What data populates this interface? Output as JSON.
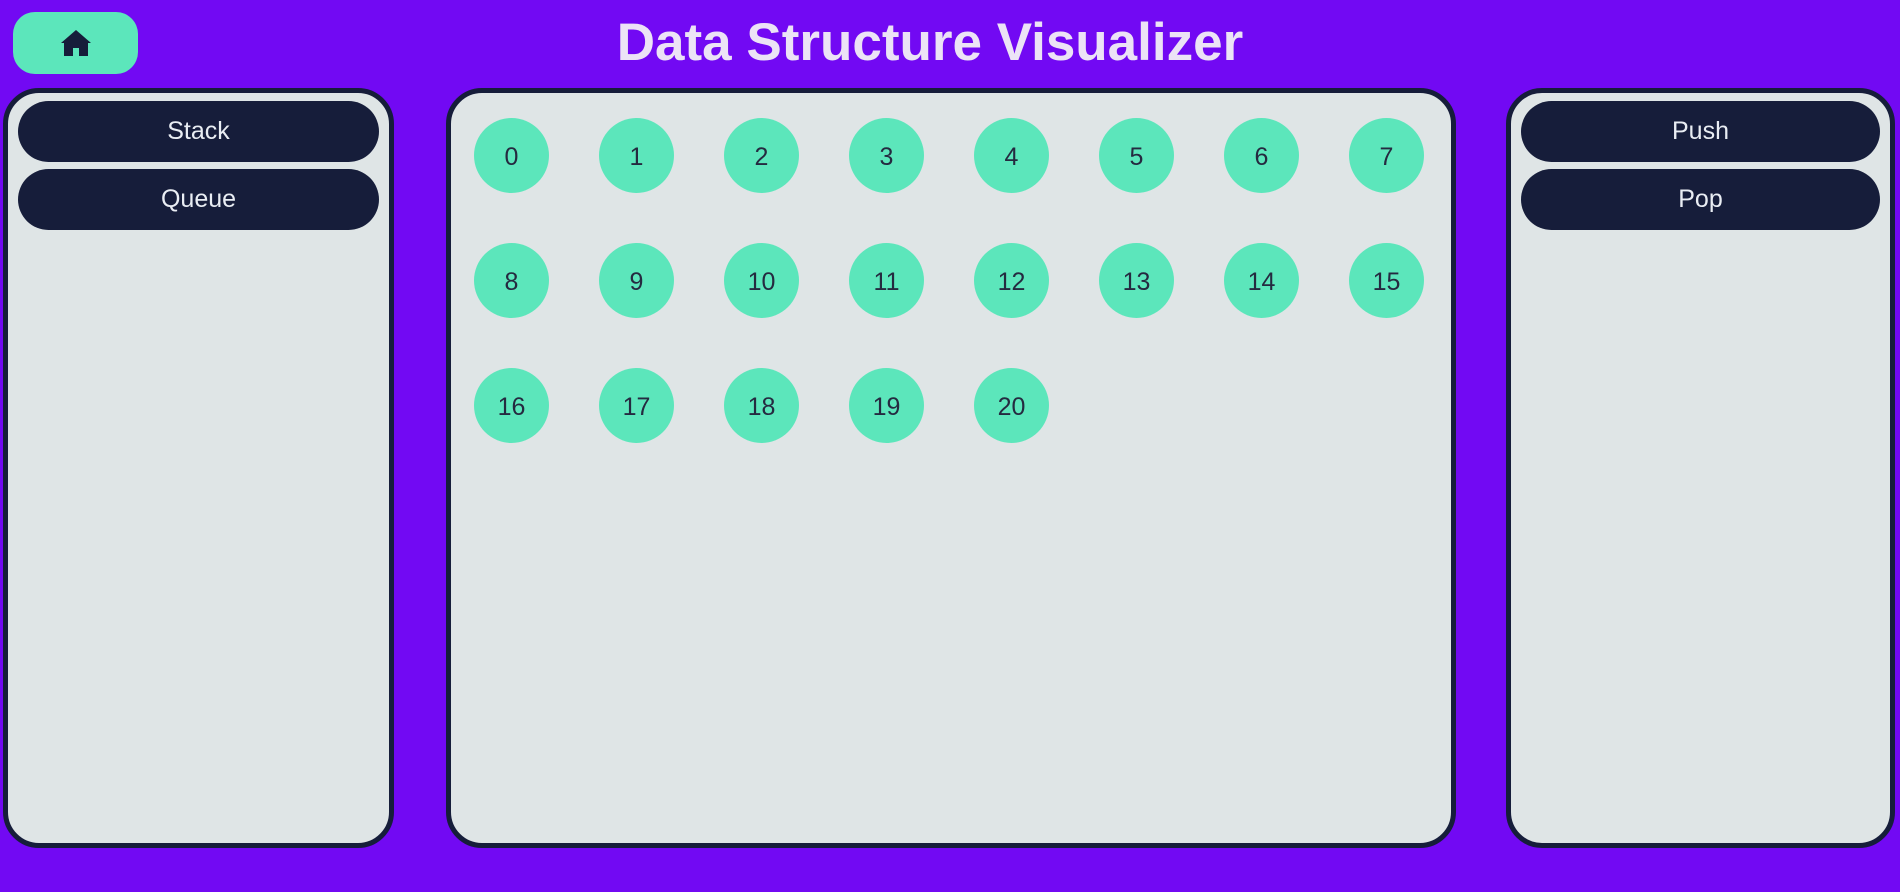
{
  "header": {
    "title": "Data Structure Visualizer",
    "home_icon": "home-icon"
  },
  "colors": {
    "background": "#7209f3",
    "accent": "#5ce6bb",
    "panel": "#dfe5e6",
    "button": "#161d3a",
    "title_text": "#ece3f6"
  },
  "structures": {
    "items": [
      {
        "label": "Stack"
      },
      {
        "label": "Queue"
      }
    ]
  },
  "operations": {
    "items": [
      {
        "label": "Push"
      },
      {
        "label": "Pop"
      }
    ]
  },
  "nodes": [
    "0",
    "1",
    "2",
    "3",
    "4",
    "5",
    "6",
    "7",
    "8",
    "9",
    "10",
    "11",
    "12",
    "13",
    "14",
    "15",
    "16",
    "17",
    "18",
    "19",
    "20"
  ]
}
